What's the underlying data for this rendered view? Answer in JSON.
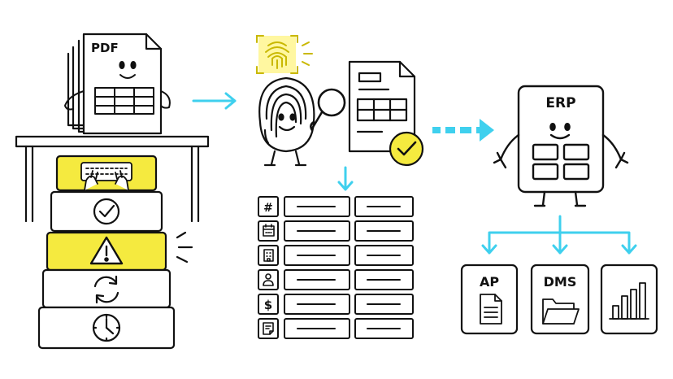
{
  "labels": {
    "pdf": "PDF",
    "erp": "ERP",
    "ap": "AP",
    "dms": "DMS",
    "table_row_symbol": "#",
    "table_row_currency": "$"
  },
  "colors": {
    "ink": "#111111",
    "highlight_yellow": "#f5ea3f",
    "flow_arrow_cyan": "#3fd0ee",
    "paper": "#ffffff"
  },
  "icons": {
    "stack": [
      "keyboard-hands-icon",
      "checkmark-circle-icon",
      "warning-triangle-icon",
      "refresh-cycle-icon",
      "clock-icon"
    ],
    "field_rows": [
      "hash-icon",
      "calendar-icon",
      "building-icon",
      "person-icon",
      "dollar-icon",
      "note-icon"
    ],
    "destinations": [
      "ap-document-icon",
      "dms-folder-icon",
      "bar-chart-icon"
    ]
  }
}
